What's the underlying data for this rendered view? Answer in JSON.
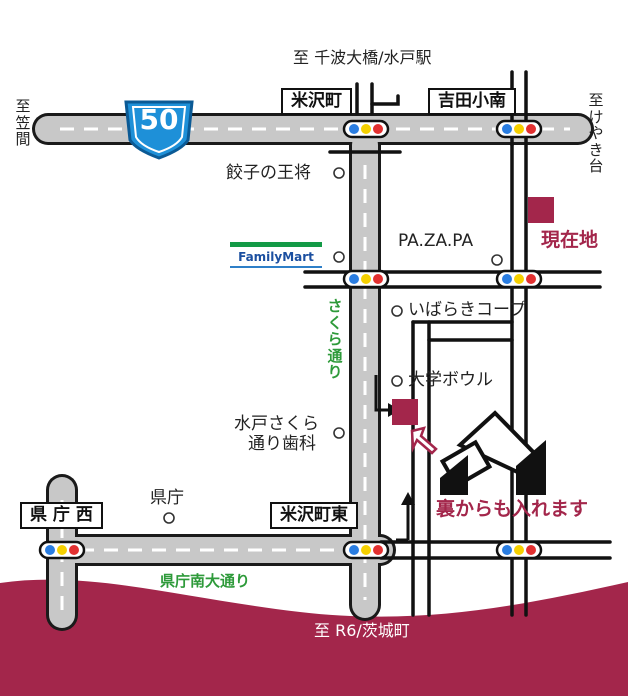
{
  "route_shield": "50",
  "directions": {
    "north": "至 千波大橋/水戸駅",
    "south": "至 R6/茨城町",
    "west": "至笠間",
    "east": "至けやき台"
  },
  "intersections": {
    "yonezawa_cho": "米沢町",
    "yoshida_shonan": "吉田小南",
    "ken_cho_nishi": "県 庁 西",
    "yonezawa_cho_higashi": "米沢町東"
  },
  "landmarks": {
    "gyoza": "餃子の王将",
    "familymart": "FamilyMart",
    "pazapa": "PA.ZA.PA",
    "ibaraki_coop": "いばらきコープ",
    "daigaku_bowl": "大学ボウル",
    "sakura_dental_1": "水戸さくら",
    "sakura_dental_2": "通り歯科",
    "kencho": "県庁"
  },
  "roads": {
    "sakura_dori": "さくら通り",
    "kencho_minami": "県庁南大通り"
  },
  "labels": {
    "current_location": "現在地",
    "back_entrance": "裏からも入れます"
  },
  "colors": {
    "marker": "#a3264b",
    "road": "#c8c8c8",
    "road_outline": "#1a1a1a",
    "route_shield": "#1e90d8",
    "familymart_green": "#139a46",
    "familymart_blue": "#1b4fa0",
    "sakura_green": "#2e9a3a"
  },
  "traffic_light_colors": [
    "#2a7de1",
    "#f5d000",
    "#e23030"
  ]
}
